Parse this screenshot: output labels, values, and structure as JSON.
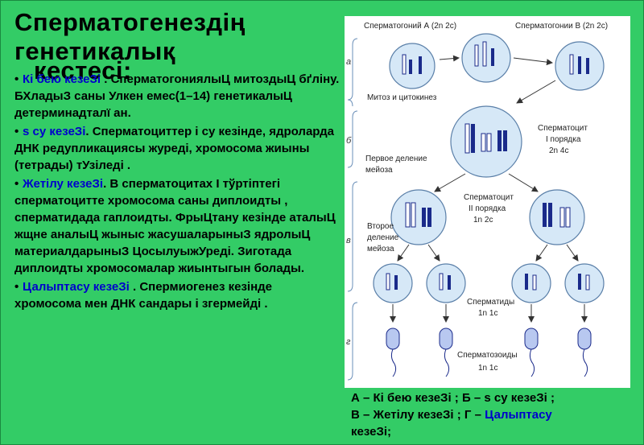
{
  "title": {
    "line1": "Сперматогенездің",
    "line2": "генетикалық",
    "line3": "кестесі:"
  },
  "paragraphs": {
    "p1": {
      "bullet": "•",
      "highlight": "Кі бею кезеЗі",
      "body": " . СперматогониялыЦ митоздыЦ бґліну. БХладыЗ саны Улкен емес(1–14) генетикалыЦ детерминадталї ан."
    },
    "p2": {
      "bullet": "•",
      "highlight": "s су кезеЗі",
      "body": ". Сперматоциттер і су кезінде, ядроларда ДНК редупликациясы журеді, хромосома жиыны (тетрады) тУзіледі ."
    },
    "p3": {
      "bullet": "•",
      "highlight": "Жетілу кезеЗі",
      "body": ". В сперматоцитах І тўртіптегі сперматоцитте хромосома саны диплоидты , сперматидада гаплоидты. ФрыЦтану кезінде аталыЦ жщне аналыЦ жыныс жасушаларыныЗ ядролыЦ материалдарыныЗ ЦосылуыжУреді. Зиготада диплоидты хромосомалар жиынтыгын болады."
    },
    "p4": {
      "bullet": "•",
      "highlight": "Цалыптасу кезеЗі",
      "body": " . Спермиогенез кезінде хромосома мен ДНК сандары і згермейді ."
    }
  },
  "diagram": {
    "label_sg_a": "Сперматогоний А (2n 2c)",
    "label_sg_b": "Сперматогонии В (2n 2c)",
    "label_mitosis": "Митоз и цитокинез",
    "label_first_div_1": "Первое деление",
    "label_first_div_2": "мейоза",
    "label_spc1_1": "Сперматоцит",
    "label_spc1_2": "I порядка",
    "label_spc1_3": "2n 4c",
    "label_spc2_1": "Сперматоцит",
    "label_spc2_2": "II порядка",
    "label_spc2_3": "1n 2c",
    "label_second_div_1": "Второе",
    "label_second_div_2": "деление",
    "label_second_div_3": "мейоза",
    "label_spermatids_1": "Сперматиды",
    "label_spermatids_2": "1n 1c",
    "label_spermatozoa_1": "Сперматозоиды",
    "label_spermatozoa_2": "1n 1c",
    "stage_a": "а",
    "stage_b": "б",
    "stage_v": "в",
    "stage_g": "г"
  },
  "caption": {
    "a_letter": "А",
    "a_text": " – Кі бею кезеЗі ;",
    "b_letter": " Б",
    "b_text": " – s су кезеЗі ;",
    "v_letter": "В",
    "v_text": " – Жетілу кезеЗі ;",
    "g_letter": " Г",
    "g_dash": " – ",
    "g_text": "Цалыптасу",
    "g_rest": "кезеЗі;"
  },
  "colors": {
    "background": "#33cc66",
    "highlight": "#0000cc",
    "cell_fill": "#d6e8f7",
    "cell_stroke": "#5a7fa8",
    "chromosome_dark": "#1a2a8a"
  }
}
